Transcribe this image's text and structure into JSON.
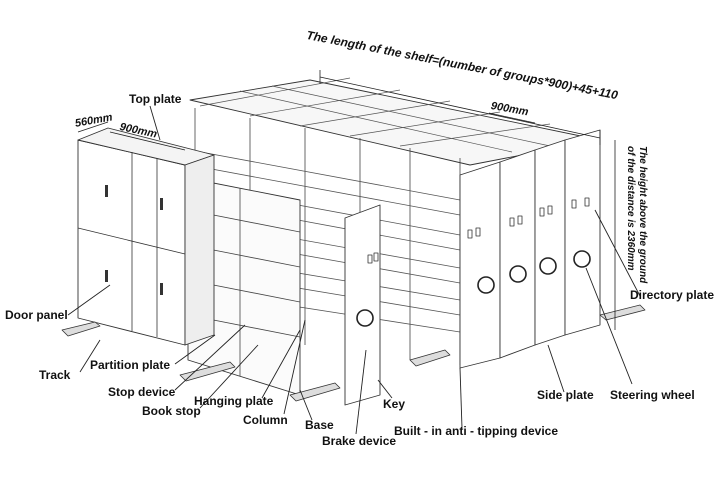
{
  "labels": {
    "top_plate": "Top plate",
    "door_panel": "Door panel",
    "track": "Track",
    "partition_plate": "Partition plate",
    "stop_device": "Stop device",
    "book_stop": "Book stop",
    "hanging_plate": "Hanging plate",
    "column": "Column",
    "base": "Base",
    "brake_device": "Brake device",
    "key": "Key",
    "anti_tipping": "Built - in anti - tipping device",
    "side_plate": "Side plate",
    "steering_wheel": "Steering wheel",
    "directory_plate": "Directory plate"
  },
  "dimensions": {
    "shelf_length": "The length of the shelf=(number of groups*900)+45+110",
    "width_900_top": "900mm",
    "depth_560": "560mm",
    "width_900_left": "900mm",
    "height_line1": "The height above the ground",
    "height_line2": "of the distance is 2360mm"
  }
}
